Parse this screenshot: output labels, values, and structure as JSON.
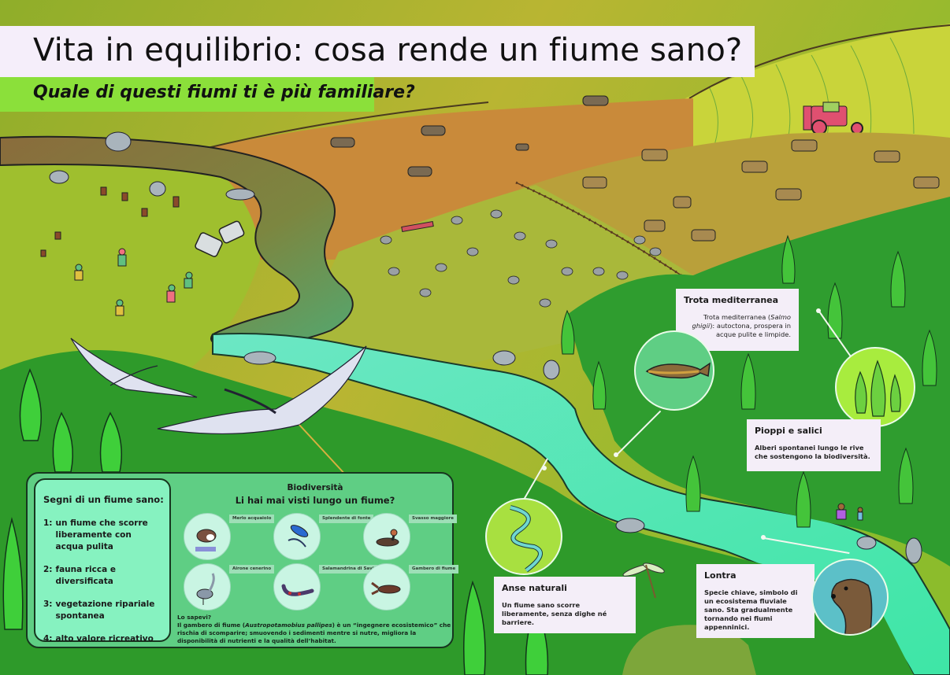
{
  "header": {
    "title": "Vita in equilibrio: cosa rende un fiume sano?",
    "subtitle": "Quale di questi fiumi ti è più familiare?"
  },
  "colors": {
    "title_bg": "#f5eefa",
    "subtitle_bg": "#8be03a",
    "panel_bg": "#5fce84",
    "signs_bg": "#86f2c0",
    "callout_bg": "#f4eef8",
    "river_clean": "#6ff2c8",
    "river_polluted": "#8b6a3a",
    "forest": "#2e9a2a",
    "pasture": "#c98a3a"
  },
  "signs": {
    "title": "Segni di un fiume sano:",
    "items": [
      {
        "num": "1:",
        "text": "un fiume che scorre liberamente con acqua pulita"
      },
      {
        "num": "2:",
        "text": "fauna ricca e diversificata"
      },
      {
        "num": "3:",
        "text": "vegetazione ripariale spontanea"
      },
      {
        "num": "4:",
        "text": "alto valore ricreativo"
      }
    ]
  },
  "biodiversity": {
    "title": "Biodiversità",
    "question": "Li hai mai visti lungo un fiume?",
    "species": [
      {
        "label": "Merlo acquaiolo",
        "icon": "dipper-bird-icon"
      },
      {
        "label": "Splendente di fonte",
        "icon": "damselfly-icon"
      },
      {
        "label": "Svasso maggiore",
        "icon": "grebe-icon"
      },
      {
        "label": "Airone cenerino",
        "icon": "heron-icon"
      },
      {
        "label": "Salamandrina di Savi",
        "icon": "salamander-icon"
      },
      {
        "label": "Gambero di fiume",
        "icon": "crayfish-icon"
      }
    ],
    "fact_title": "Lo sapevi?",
    "fact_text_1": "Il gambero di fiume (",
    "fact_species": "Austropotamobius pallipes",
    "fact_text_2": ") è un “ingegnere ecosistemico” che rischia di scomparire; smuovendo i sedimenti mentre si nutre, migliora la disponibilità di nutrienti e la qualità dell’habitat."
  },
  "callouts": {
    "trout": {
      "title": "Trota mediterranea",
      "body_1": "Trota mediterranea (",
      "body_species": "Salmo ghigii",
      "body_2": "): autoctona, prospera in acque pulite e limpide.",
      "icon": "trout-icon"
    },
    "poplars": {
      "title": "Pioppi e salici",
      "body": "Alberi spontanei lungo le rive che sostengono la biodiversità.",
      "icon": "poplar-trees-icon"
    },
    "meanders": {
      "title": "Anse naturali",
      "body": "Un fiume sano scorre liberamente, senza dighe né barriere.",
      "icon": "meander-map-icon"
    },
    "otter": {
      "title": "Lontra",
      "body": "Specie chiave, simbolo di un ecosistema fluviale sano. Sta gradualmente tornando nei fiumi appenninici.",
      "icon": "otter-icon"
    }
  }
}
